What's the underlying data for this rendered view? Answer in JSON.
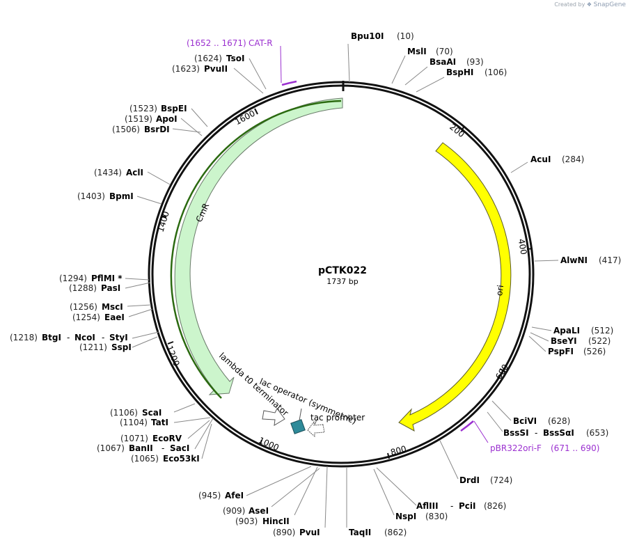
{
  "branding": {
    "created_by": "Created by",
    "app_name": "SnapGene"
  },
  "plasmid": {
    "name": "pCTK022",
    "length_label": "1737 bp"
  },
  "tick_labels": [
    "200",
    "400",
    "600",
    "800",
    "1000",
    "1200",
    "1400",
    "1600"
  ],
  "features": {
    "ori": {
      "label": "ori",
      "color": "#ffff00"
    },
    "cmr": {
      "label": "CmR",
      "color": "#ccf5cc"
    },
    "lambda": {
      "label": "lambda t0 terminator"
    },
    "lac_operator": {
      "label": "lac operator (symmetric)",
      "color": "#2e8a99"
    },
    "tac_promoter": {
      "label": "tac promoter"
    }
  },
  "primers": [
    {
      "id": "catr",
      "label": "CAT-R",
      "range": "(1652 .. 1671)"
    },
    {
      "id": "pbr",
      "label": "pBR322ori-F",
      "range": "(671 .. 690)"
    }
  ],
  "sites": {
    "bpu10i": {
      "name": "Bpu10I",
      "pos": "(10)"
    },
    "msli": {
      "name": "MslI",
      "pos": "(70)"
    },
    "bsaai": {
      "name": "BsaAI",
      "pos": "(93)"
    },
    "bsphi": {
      "name": "BspHI",
      "pos": "(106)"
    },
    "acui": {
      "name": "AcuI",
      "pos": "(284)"
    },
    "alwni": {
      "name": "AlwNI",
      "pos": "(417)"
    },
    "apali": {
      "name": "ApaLI",
      "pos": "(512)"
    },
    "bseyi": {
      "name": "BseYI",
      "pos": "(522)"
    },
    "pspfi": {
      "name": "PspFI",
      "pos": "(526)"
    },
    "bcivi": {
      "name": "BciVI",
      "pos": "(628)"
    },
    "bsssi": {
      "name": "BssSI",
      "name2": "BssSαI",
      "pos": "(653)"
    },
    "drdi": {
      "name": "DrdI",
      "pos": "(724)"
    },
    "afliii": {
      "name": "AflIII",
      "name2": "PciI",
      "pos": "(826)"
    },
    "nspi": {
      "name": "NspI",
      "pos": "(830)"
    },
    "taqii": {
      "name": "TaqII",
      "pos": "(862)"
    },
    "pvui": {
      "name": "PvuI",
      "pos": "(890)"
    },
    "hincii": {
      "name": "HincII",
      "pos": "(903)"
    },
    "asei": {
      "name": "AseI",
      "pos": "(909)"
    },
    "afei": {
      "name": "AfeI",
      "pos": "(945)"
    },
    "eco53ki": {
      "name": "Eco53kI",
      "pos": "(1065)"
    },
    "banii": {
      "name": "BanII",
      "name2": "SacI",
      "pos": "(1067)"
    },
    "ecorv": {
      "name": "EcoRV",
      "pos": "(1071)"
    },
    "tati": {
      "name": "TatI",
      "pos": "(1104)"
    },
    "scai": {
      "name": "ScaI",
      "pos": "(1106)"
    },
    "sspi": {
      "name": "SspI",
      "pos": "(1211)"
    },
    "btgi": {
      "name": "BtgI",
      "name2": "NcoI",
      "name3": "StyI",
      "pos": "(1218)"
    },
    "eaei": {
      "name": "EaeI",
      "pos": "(1254)"
    },
    "msci": {
      "name": "MscI",
      "pos": "(1256)"
    },
    "pasi": {
      "name": "PasI",
      "pos": "(1288)"
    },
    "pflmi": {
      "name": "PflMI *",
      "pos": "(1294)"
    },
    "bpmi": {
      "name": "BpmI",
      "pos": "(1403)"
    },
    "acli": {
      "name": "AclI",
      "pos": "(1434)"
    },
    "bsrdi": {
      "name": "BsrDI",
      "pos": "(1506)"
    },
    "apoi": {
      "name": "ApoI",
      "pos": "(1519)"
    },
    "bspei": {
      "name": "BspEI",
      "pos": "(1523)"
    },
    "pvuii": {
      "name": "PvuII",
      "pos": "(1623)"
    },
    "tsoi": {
      "name": "TsoI",
      "pos": "(1624)"
    }
  }
}
